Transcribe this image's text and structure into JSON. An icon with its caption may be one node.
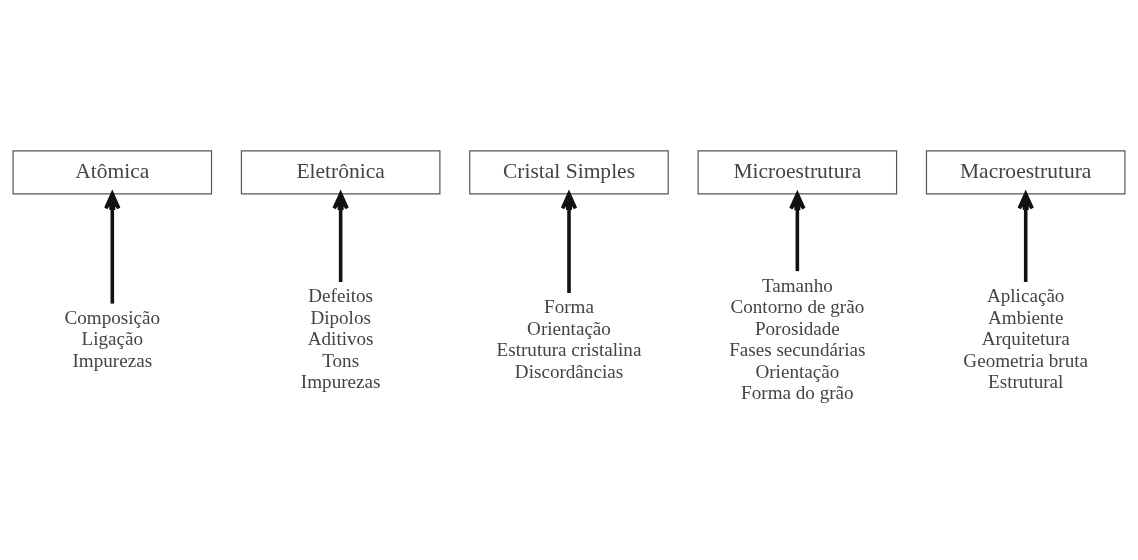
{
  "diagram": {
    "nodes": [
      {
        "text": [
          "Atômica"
        ]
      },
      {
        "text": [
          "Composição",
          "Ligação",
          "Impurezas"
        ]
      },
      {
        "text": [
          "Eletrônica"
        ]
      },
      {
        "text": [
          "Defeitos",
          "Dipolos",
          "Aditivos",
          "Tons",
          "Impurezas"
        ]
      },
      {
        "text": [
          "Cristal Simples"
        ]
      },
      {
        "text": [
          "Forma",
          "Orientação",
          "Estrutura cristalina",
          "Discordâncias"
        ]
      },
      {
        "text": [
          "Microestrutura"
        ]
      },
      {
        "text": [
          "Tamanho",
          "Contorno de grão",
          "Porosidade",
          "Fases secundárias",
          "Orientação",
          "Forma do grão"
        ]
      },
      {
        "text": [
          "Macroestrutura"
        ]
      },
      {
        "text": [
          "Aplicação",
          "Ambiente",
          "Arquitetura",
          "Geometria bruta",
          "Estrutural"
        ]
      }
    ],
    "edges": [
      {
        "from": 1,
        "to": 0,
        "arrow": "to"
      },
      {
        "from": 3,
        "to": 2,
        "arrow": "to"
      },
      {
        "from": 5,
        "to": 4,
        "arrow": "to"
      },
      {
        "from": 7,
        "to": 6,
        "arrow": "to"
      },
      {
        "from": 9,
        "to": 8,
        "arrow": "to"
      }
    ]
  }
}
